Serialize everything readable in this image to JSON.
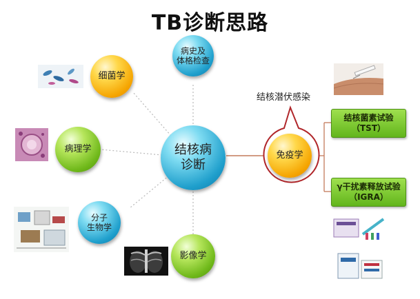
{
  "title": "TB诊断思路",
  "center": {
    "label": "结核病\n诊断"
  },
  "nodes": {
    "history": "病史及\n体格检查",
    "bacteriology": "细菌学",
    "pathology": "病理学",
    "molecular": "分子\n生物学",
    "imaging": "影像学",
    "immunology": "免疫学"
  },
  "immunology_callout": "结核潜伏感染",
  "tests": {
    "tst": "结核菌素试验\n（TST）",
    "igra": "γ干扰素释放试验\n（IGRA）"
  },
  "colors": {
    "blue": "#1f9fcc",
    "green": "#6fb81a",
    "orange": "#f5a400",
    "callout_outline": "#b0262a",
    "connector": "#c47a5a",
    "dotted_line": "#b8b8b8"
  },
  "icons": {
    "bacteriology": "microscope-bacteria-image",
    "pathology": "histology-slide-image",
    "molecular": "lab-equipment-image",
    "imaging": "chest-xray-image",
    "tst": "skin-injection-image",
    "igra": "test-kit-images"
  }
}
